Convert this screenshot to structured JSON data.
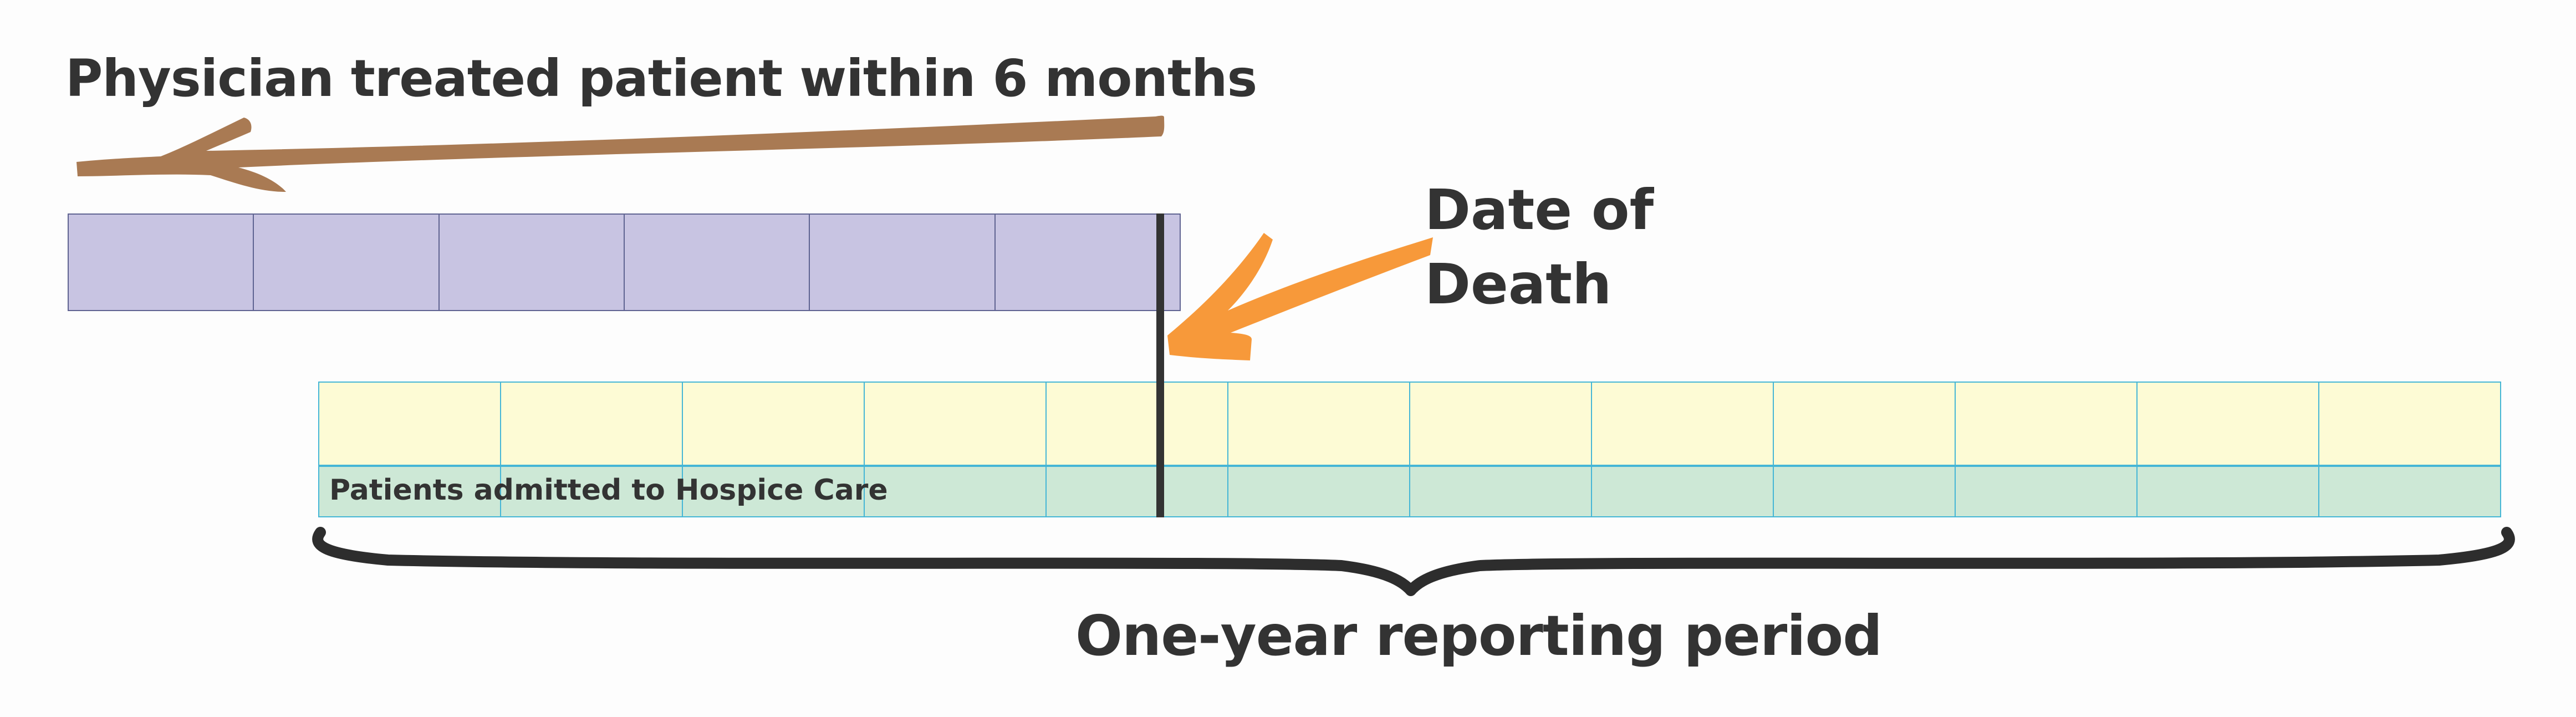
{
  "title": "Physician treated patient within 6 months",
  "death_label": "Date of\nDeath",
  "hospice_label": "Patients admitted to Hospice Care",
  "period_label": "One-year reporting period",
  "physician_months": 6,
  "reporting_months": 12,
  "colors": {
    "text": "#333333",
    "physician_arrow": "#a97a53",
    "death_arrow": "#f7993a",
    "physician_fill": "#c8c4e2",
    "physician_border": "#5f6391",
    "hospice_top_fill": "#fdfbd5",
    "hospice_bottom_fill": "#cde8d6",
    "hospice_border": "#45b6d6",
    "death_line": "#333333",
    "brace": "#2d2d2d"
  }
}
